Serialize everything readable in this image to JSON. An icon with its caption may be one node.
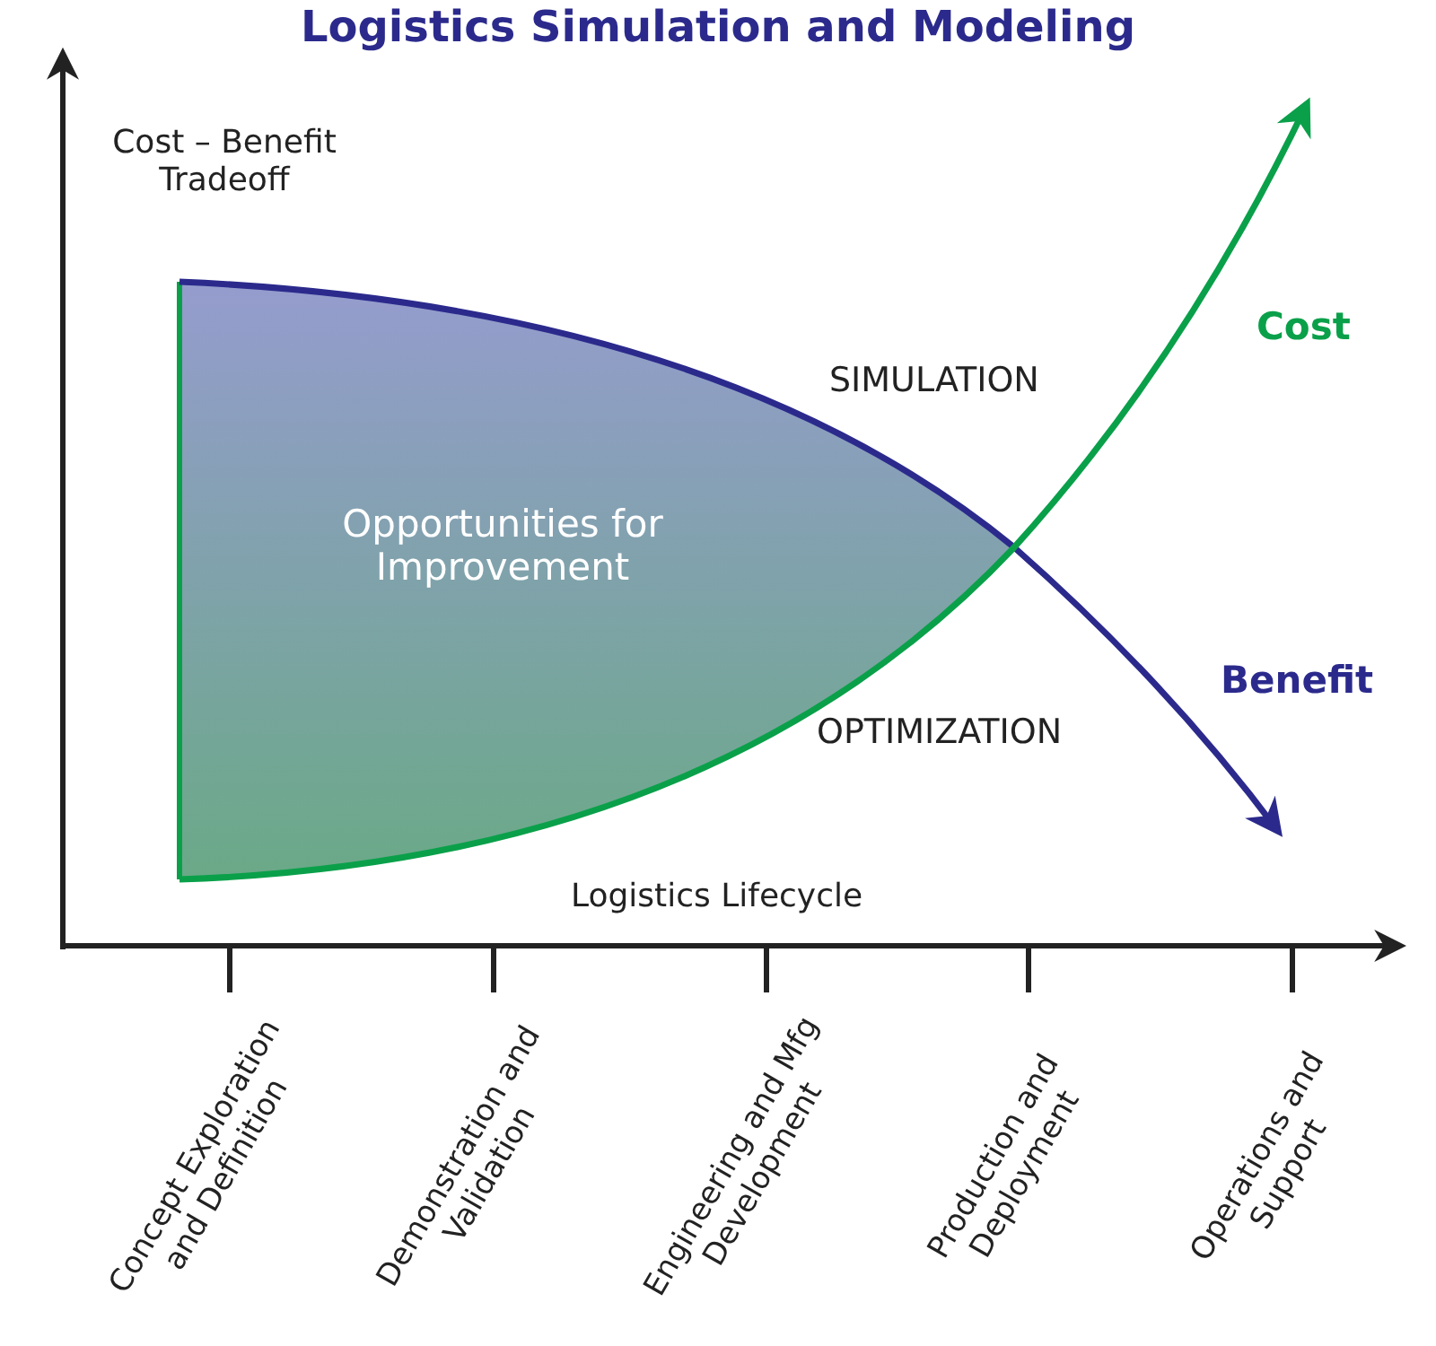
{
  "diagram": {
    "title": "Logistics Simulation and Modeling",
    "labels": [
      "Cost – Benefit Tradeoff",
      "Cost",
      "SIMULATION",
      "Opportunities for Improvement",
      "Benefit",
      "OPTIMIZATION",
      "Logistics Lifecycle",
      "Concept Exploration and Definition",
      "Demonstration and Validation",
      "Engineering and Mfg Development",
      "Production and Deployment",
      "Operations and Support"
    ]
  }
}
